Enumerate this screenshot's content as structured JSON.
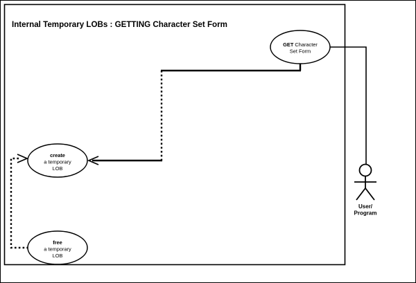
{
  "diagram": {
    "title": "Internal Temporary LOBs : GETTING Character Set Form",
    "frame": {
      "border_color": "#000000",
      "background_color": "#ffffff"
    },
    "use_cases": [
      {
        "id": "get-character-set-form",
        "emphasis": "GET",
        "line1_rest": " Character",
        "line2": "Set Form",
        "full_label": "GET Character Set Form"
      },
      {
        "id": "create-a-temporary-lob",
        "emphasis": "create",
        "line2": "a temporary",
        "line3": "LOB",
        "full_label": "create a temporary LOB"
      },
      {
        "id": "free-a-temporary-lob",
        "emphasis": "free",
        "line2": "a temporary",
        "line3": "LOB",
        "full_label": "free a temporary LOB"
      }
    ],
    "actor": {
      "id": "user-program",
      "line1": "User/",
      "line2": "Program",
      "full_label": "User/Program"
    }
  }
}
